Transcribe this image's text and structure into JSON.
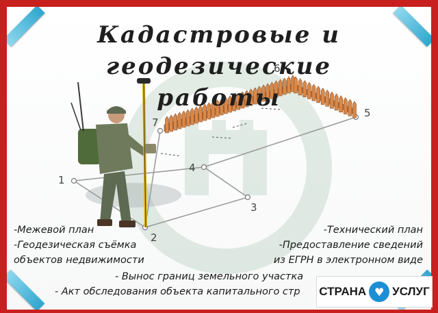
{
  "title": {
    "line1": "Кадастровые и геодезические",
    "line2": "работы"
  },
  "diagram": {
    "point_labels": [
      "1",
      "2",
      "3",
      "4",
      "5",
      "6",
      "7"
    ]
  },
  "services_left": [
    "-Межевой план",
    "-Геодезическая съёмка",
    "объектов недвижимости"
  ],
  "services_right": [
    "-Технический план",
    "-Предоставление сведений",
    "из ЕГРН в электронном виде"
  ],
  "services_center": [
    "- Вынос границ земельного участка",
    "- Акт обследования объекта капитального стр"
  ],
  "logo": {
    "left_word": "СТРАНА",
    "right_word": "УСЛУГ",
    "icon": "handshake-icon"
  },
  "colors": {
    "frame": "#c8201f",
    "accent_ribbon": "#2fa6cf",
    "fence": "#c9773a",
    "brand_blue": "#1c8fd4"
  }
}
